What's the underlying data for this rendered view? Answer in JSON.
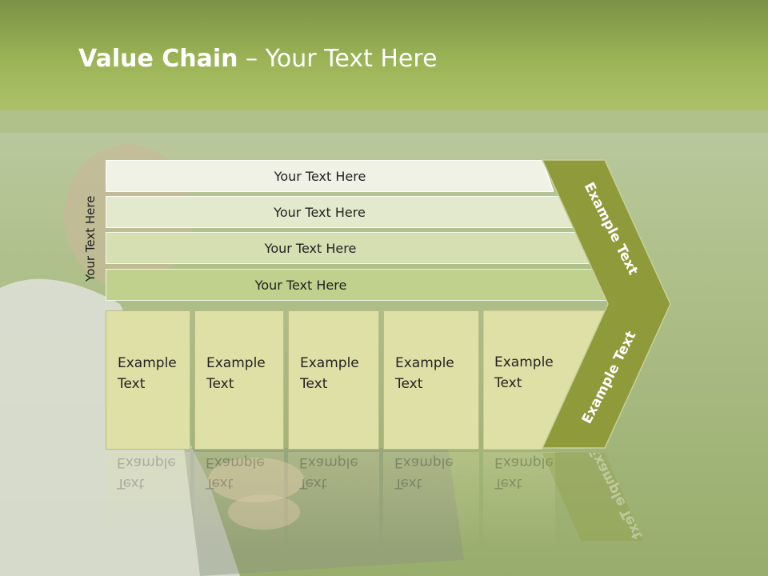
{
  "title": {
    "bold": "Value Chain",
    "rest": " – Your Text Here"
  },
  "side_label": "Your Text Here",
  "rows": [
    {
      "label": "Your Text Here"
    },
    {
      "label": "Your Text Here"
    },
    {
      "label": "Your Text Here"
    },
    {
      "label": "Your Text Here"
    }
  ],
  "columns": [
    {
      "line1": "Example",
      "line2": "Text"
    },
    {
      "line1": "Example",
      "line2": "Text"
    },
    {
      "line1": "Example",
      "line2": "Text"
    },
    {
      "line1": "Example",
      "line2": "Text"
    },
    {
      "line1": "Example",
      "line2": "Text"
    }
  ],
  "chevron": {
    "upper": "Example Text",
    "lower": "Example Text"
  },
  "colors": {
    "title_band": "#9bb456",
    "chevron": "#8f9a3a",
    "row_fills": [
      "#f0f2e6",
      "#e3e9cd",
      "#d5dfb2",
      "#c0d08d"
    ],
    "column_fill": "#dfe0a6"
  }
}
